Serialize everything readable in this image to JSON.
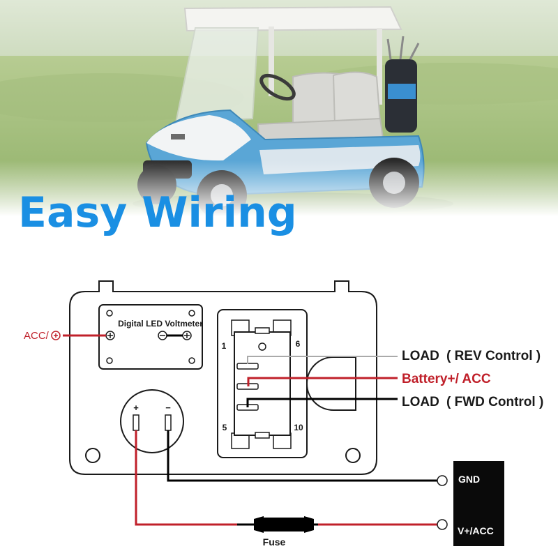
{
  "headline": "Easy Wiring",
  "diagram": {
    "voltmeter_label": "Digital LED Voltmeter",
    "acc_input_label": "ACC/",
    "plus_symbol": "+",
    "minus_symbol": "−",
    "switch_pins": {
      "top_left": "1",
      "top_right": "6",
      "bottom_left": "5",
      "bottom_right": "10"
    },
    "outputs": [
      {
        "name": "LOAD",
        "control": "( REV Control )"
      },
      {
        "name": "Battery+/ ACC",
        "control": ""
      },
      {
        "name": "LOAD",
        "control": "( FWD Control )"
      }
    ],
    "terminal_gnd": "GND",
    "terminal_vacc": "V+/ACC",
    "fuse_label": "Fuse"
  },
  "colors": {
    "headline": "#1a8fe3",
    "positive_wire": "#c0202a",
    "ground_wire": "#000000",
    "load_wire": "#aaaaaa"
  }
}
